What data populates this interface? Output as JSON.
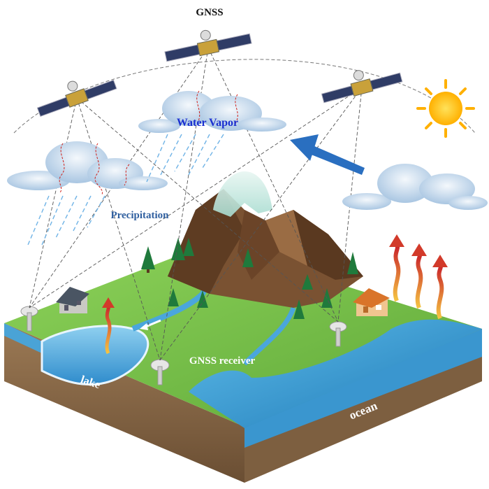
{
  "labels": {
    "gnss": "GNSS",
    "water_vapor": "Water Vapor",
    "precipitation": "Precipitation",
    "gnss_receiver": "GNSS receiver",
    "lake": "lake",
    "ocean": "ocean"
  },
  "colors": {
    "water_vapor_text": "#1a2fd0",
    "precipitation_text": "#2f5f9f",
    "label_white": "#ffffff",
    "grass": "#7cc24e",
    "water": "#5ab0e0",
    "soil": "#8a6a4a",
    "mountain": "#7a5232",
    "sun": "#ffc21a",
    "arrow": "#2a6fc0",
    "heat_arrow": "#d23a2a"
  },
  "icons": {
    "satellite": "satellite-icon",
    "sun": "sun-icon",
    "receiver": "gnss-antenna-icon",
    "house": "house-icon",
    "tree": "pine-tree-icon",
    "cloud": "cloud-icon"
  }
}
